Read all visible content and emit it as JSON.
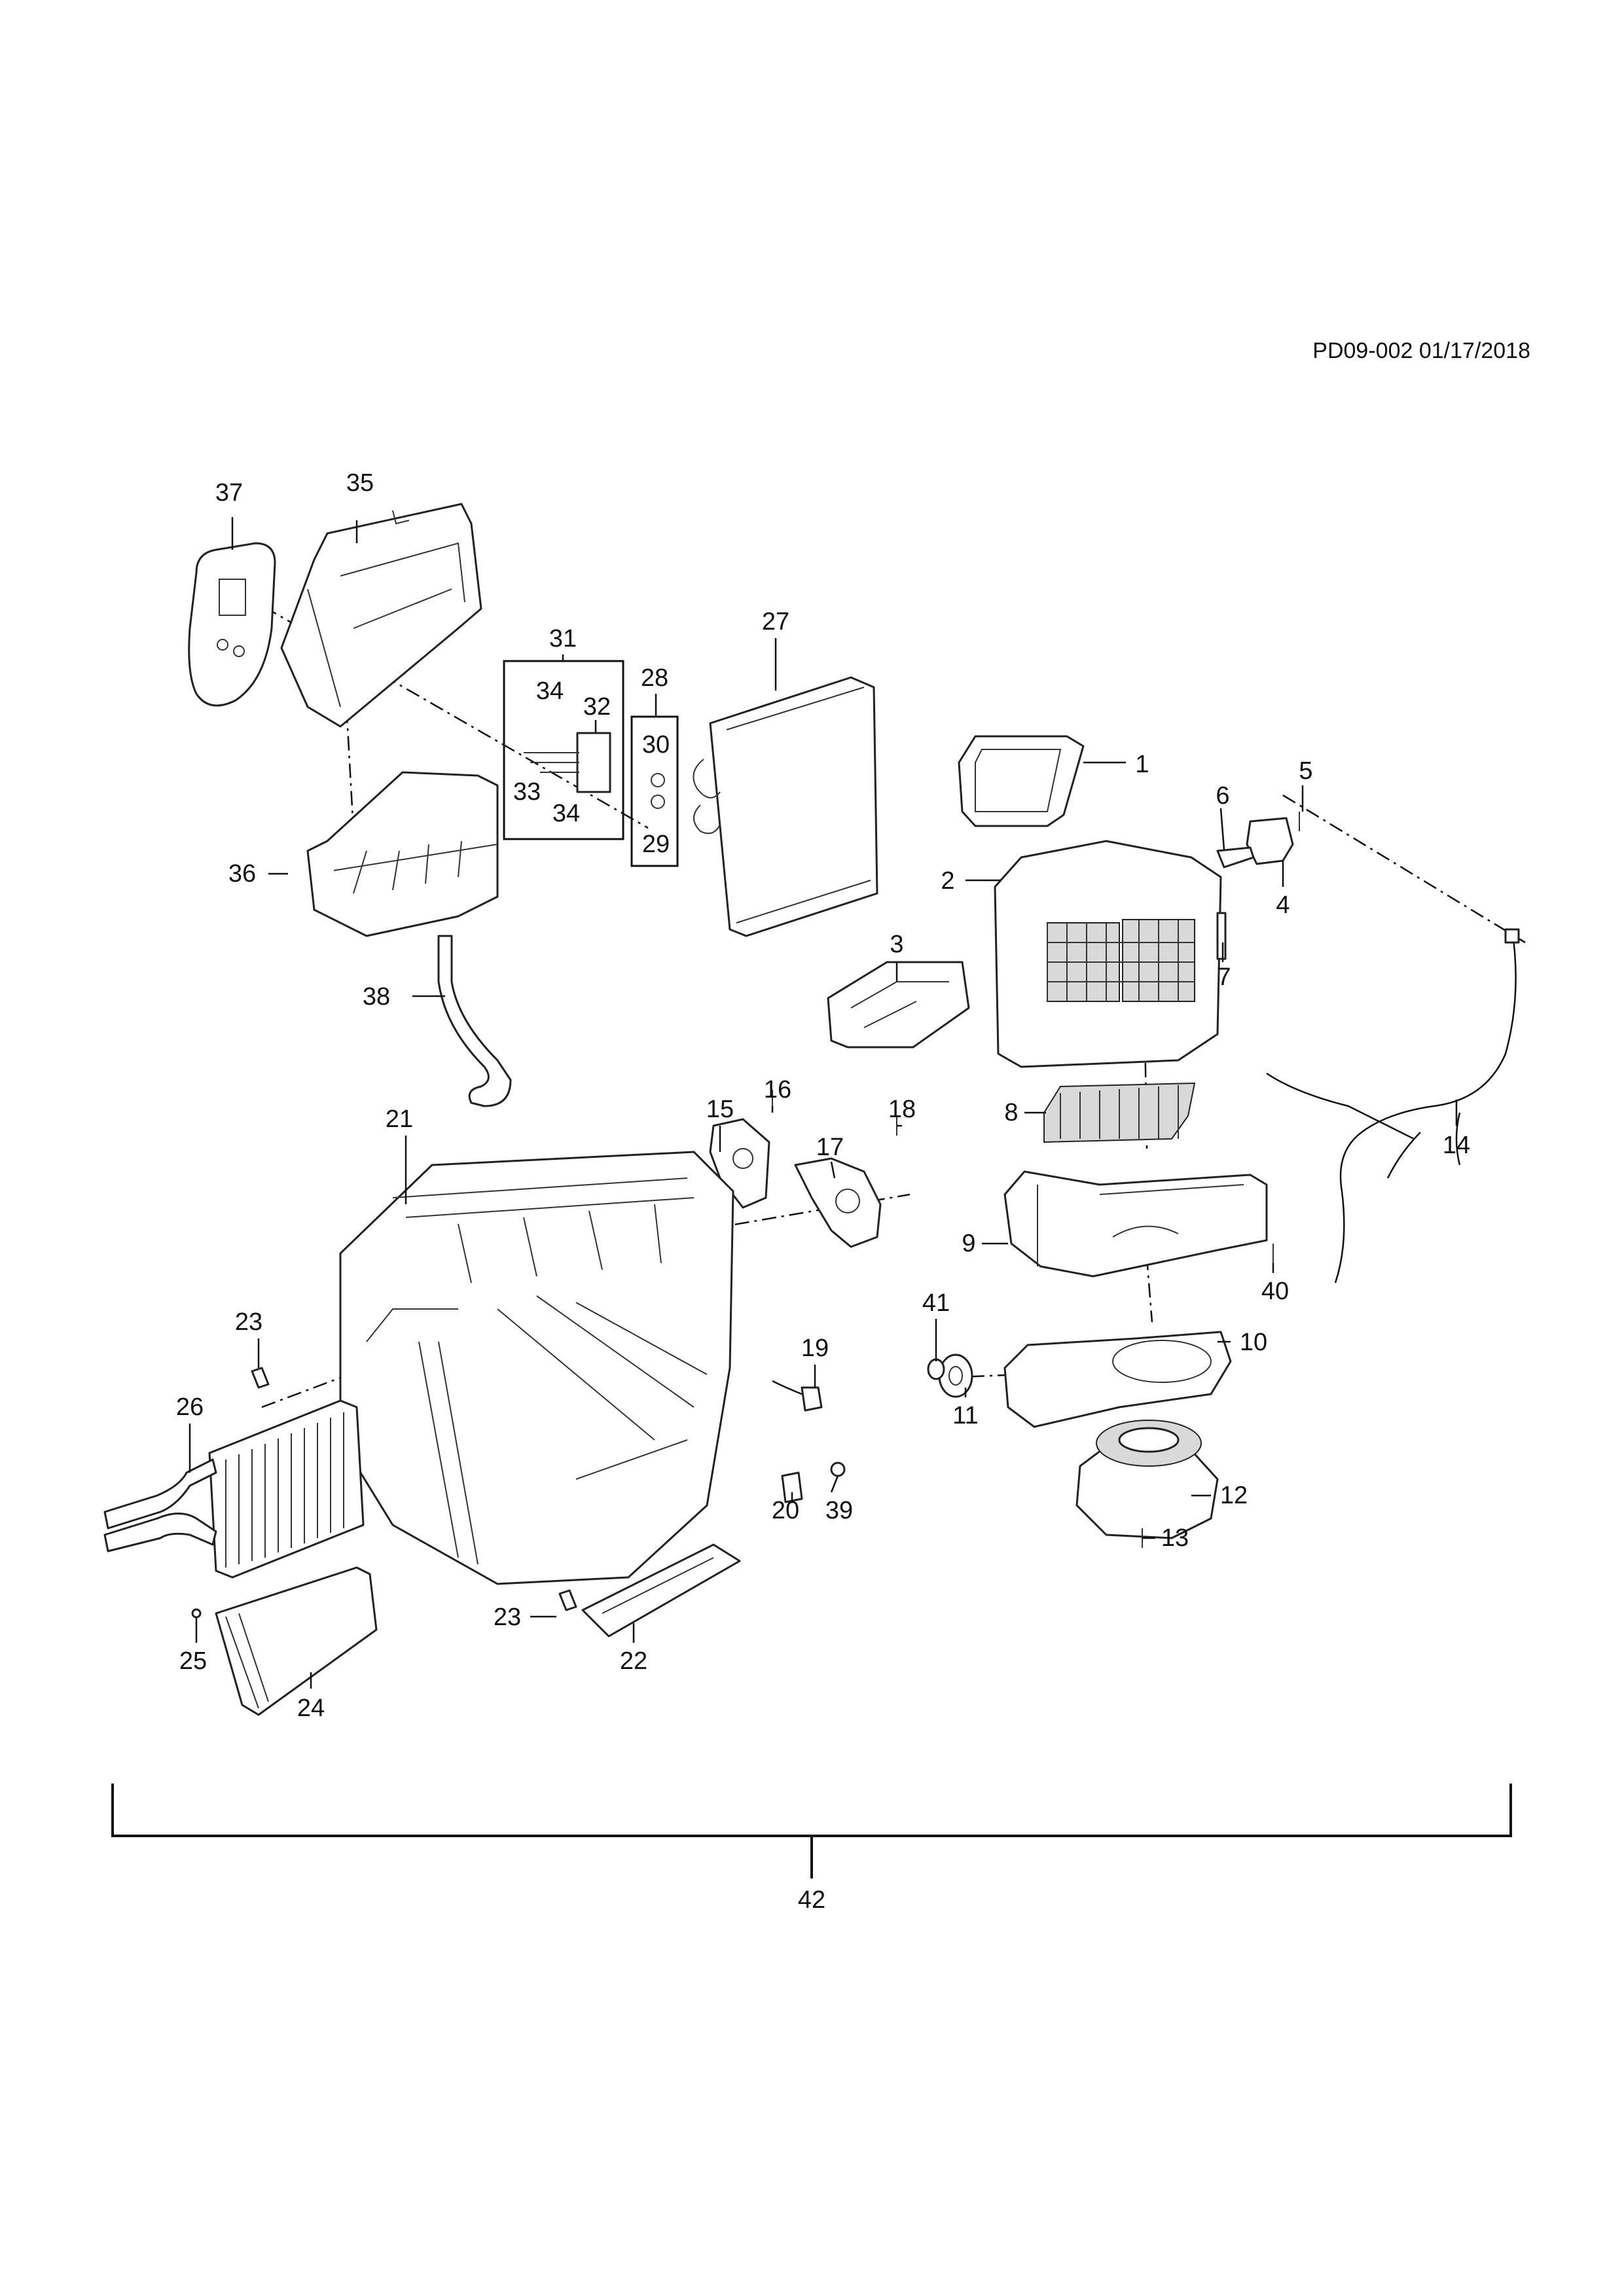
{
  "diagram": {
    "reference": "PD09-002 01/17/2018",
    "callouts": [
      "1",
      "2",
      "3",
      "4",
      "5",
      "6",
      "7",
      "8",
      "9",
      "10",
      "11",
      "12",
      "13",
      "14",
      "15",
      "16",
      "17",
      "18",
      "19",
      "20",
      "21",
      "22",
      "23",
      "23",
      "24",
      "25",
      "26",
      "27",
      "28",
      "29",
      "30",
      "31",
      "32",
      "33",
      "34",
      "34",
      "35",
      "36",
      "37",
      "38",
      "39",
      "40",
      "41",
      "42"
    ]
  }
}
